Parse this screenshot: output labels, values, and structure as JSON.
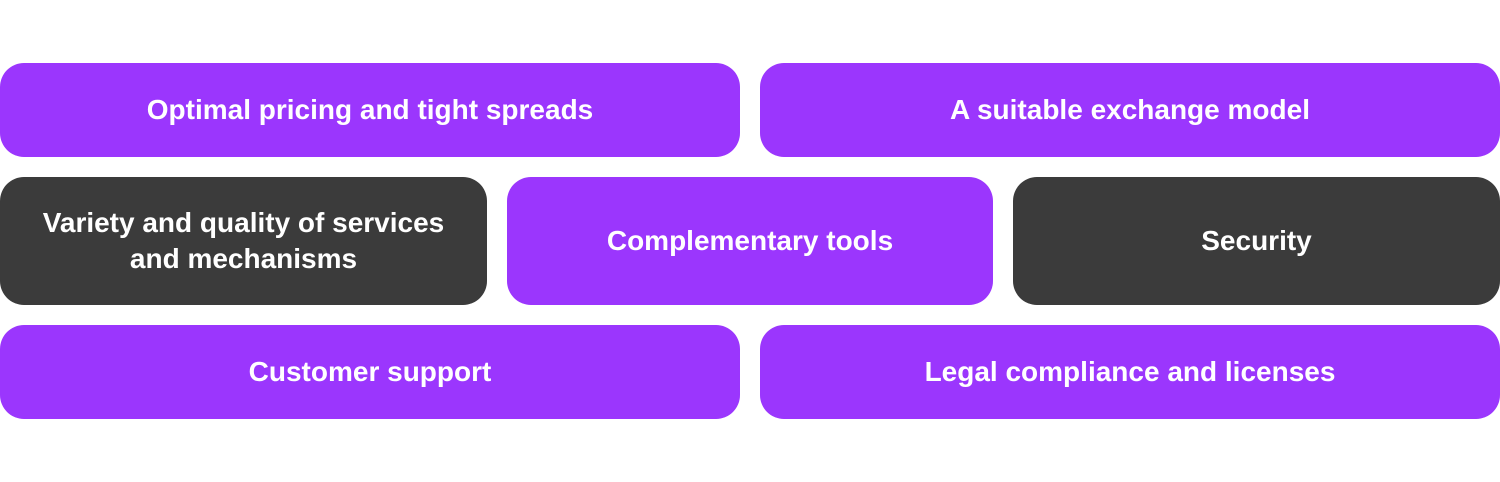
{
  "colors": {
    "purple": "#9b36fd",
    "dark": "#3b3b3b",
    "text": "#ffffff",
    "background": "#ffffff"
  },
  "tiles": [
    {
      "label": "Optimal pricing and tight spreads",
      "style": "purple"
    },
    {
      "label": "A suitable exchange model",
      "style": "purple"
    },
    {
      "label": "Variety and quality of services and mechanisms",
      "style": "dark"
    },
    {
      "label": "Complementary tools",
      "style": "purple"
    },
    {
      "label": "Security",
      "style": "dark"
    },
    {
      "label": "Customer support",
      "style": "purple"
    },
    {
      "label": "Legal compliance and licenses",
      "style": "purple"
    }
  ]
}
